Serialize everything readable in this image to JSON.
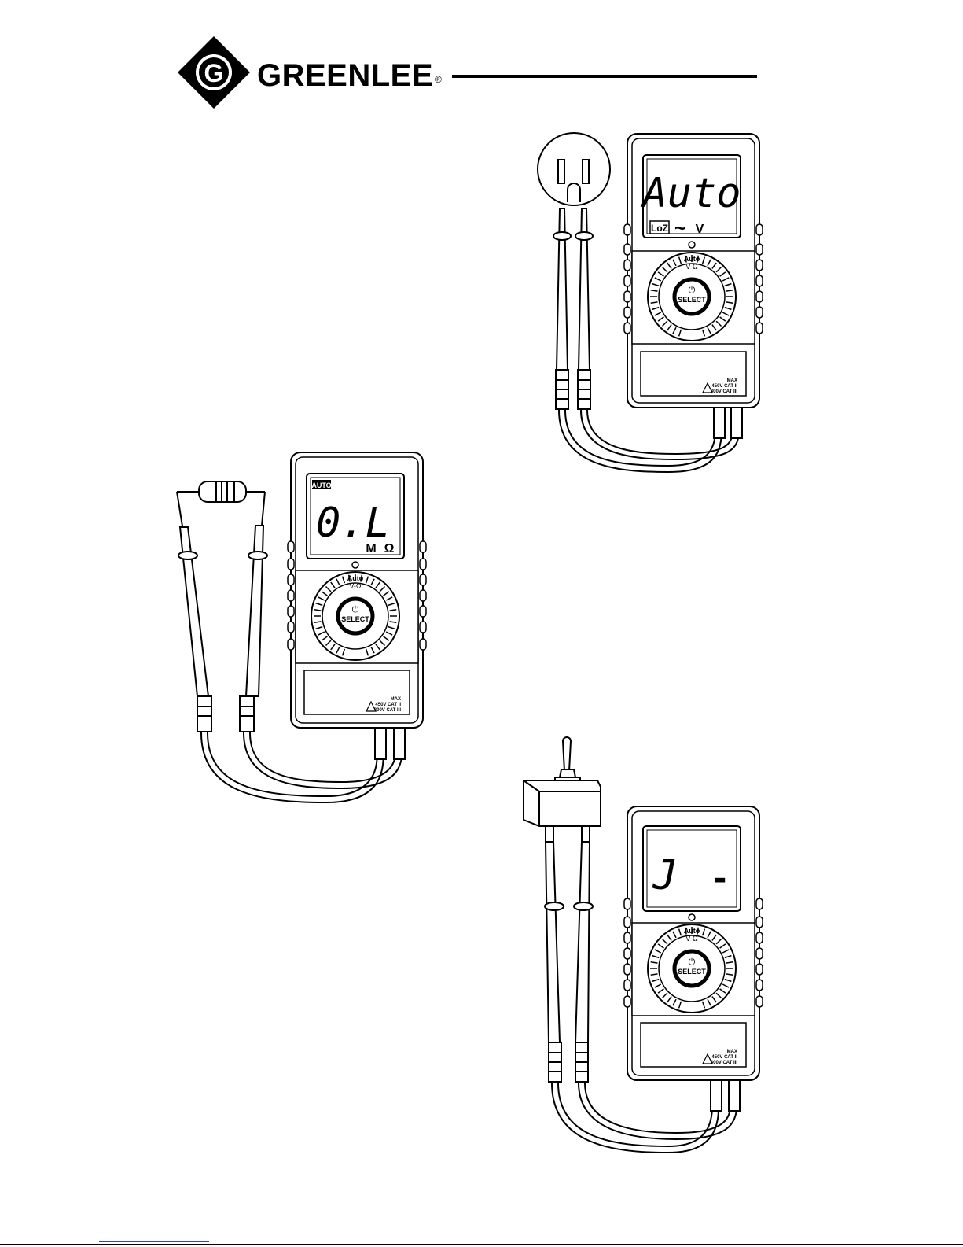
{
  "header": {
    "brand": "GREENLEE",
    "logo_letter": "G",
    "registered_mark": "®"
  },
  "meter_common": {
    "dial_label_top": "Auto",
    "dial_label_bottom": "V-Ω",
    "button_label": "SELECT",
    "power_symbol": "⏻",
    "rating_max": "MAX",
    "rating_line1": "450V CAT II",
    "rating_line2": "300V CAT III"
  },
  "figures": [
    {
      "id": "ac-voltage",
      "display_main": "Auto",
      "display_badge": "LoZ",
      "display_symbol": "~",
      "display_unit": "V"
    },
    {
      "id": "resistance",
      "display_badge": "AUTO",
      "display_main": "0.L",
      "display_unit_prefix": "M",
      "display_unit": "Ω"
    },
    {
      "id": "continuity",
      "display_main": "J",
      "display_dash": "-"
    }
  ]
}
